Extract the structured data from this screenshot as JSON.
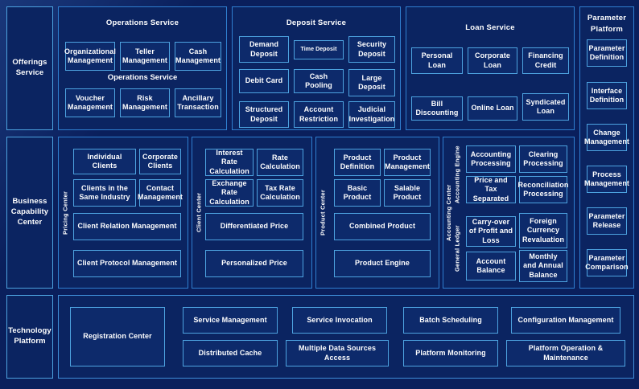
{
  "colors": {
    "background": "#0a1f5c",
    "panel_fill": "#0b2461",
    "tile_fill": "#0d2a6b",
    "border_bright": "#4da3e0",
    "border_panel": "#2f7fd0",
    "text": "#ffffff"
  },
  "rows": {
    "offerings": {
      "sidebar_label": "Offerings Service",
      "panels": [
        {
          "title": "Operations Service",
          "ghost_title": "Operations Service",
          "tiles": [
            "Organizational Management",
            "Teller Management",
            "Cash Management",
            "Voucher Management",
            "Risk Management",
            "Ancillary Transaction"
          ]
        },
        {
          "title": "Deposit Service",
          "tiles": [
            "Demand Deposit",
            "Time Deposit",
            "Security Deposit",
            "Debit Card",
            "Cash Pooling",
            "Large Deposit",
            "Structured Deposit",
            "Account Restriction",
            "Judicial Investigation"
          ]
        },
        {
          "title": "Loan Service",
          "tiles": [
            "Personal Loan",
            "Corporate Loan",
            "Financing Credit",
            "Bill Discounting",
            "Online Loan",
            "Syndicated Loan"
          ]
        }
      ]
    },
    "business": {
      "sidebar_label": "Business Capability Center",
      "panels": [
        {
          "vertical_label": "Pricing Center",
          "tiles": [
            "Individual Clients",
            "Corporate Clients",
            "Clients in the Same Industry",
            "Contact Management",
            "Client Relation Management",
            "Client Protocol Management"
          ]
        },
        {
          "vertical_label": "Client Center",
          "tiles": [
            "Interest Rate Calculation",
            "Rate Calculation",
            "Exchange Rate Calculation",
            "Tax Rate Calculation",
            "Differentiated Price",
            "Personalized Price"
          ]
        },
        {
          "vertical_label": "Product Center",
          "tiles": [
            "Product Definition",
            "Product Management",
            "Basic Product",
            "Salable Product",
            "Combined Product",
            "Product Engine"
          ]
        },
        {
          "vertical_label": "Accounting Center",
          "sub_labels": [
            "Accounting Engine",
            "General Ledger"
          ],
          "tiles": [
            "Accounting Processing",
            "Clearing Processing",
            "Price and Tax Separated",
            "Reconciliation Processing",
            "Carry-over of Profit and Loss",
            "Foreign Currency Revaluation",
            "Account Balance",
            "Monthly and Annual Balance"
          ]
        }
      ]
    },
    "technology": {
      "sidebar_label": "Technology Platform",
      "tiles": [
        "Registration Center",
        "Service Management",
        "Distributed Cache",
        "Service Invocation",
        "Multiple Data Sources Access",
        "Batch Scheduling",
        "Platform Monitoring",
        "Configuration Management",
        "Platform Operation & Maintenance"
      ]
    }
  },
  "right_rail": {
    "title_line1": "Parameter",
    "title_line2": "Platform",
    "items": [
      "Parameter Definition",
      "Interface Definition",
      "Change Management",
      "Process Management",
      "Parameter Release",
      "Parameter Comparison"
    ]
  }
}
